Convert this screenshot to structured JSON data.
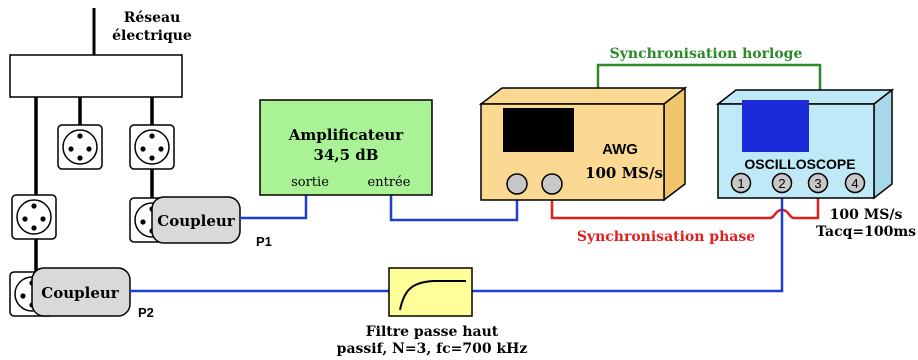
{
  "colors": {
    "grid_box": "#ffffff",
    "amplifier": "#a9f295",
    "awg": "#fbd993",
    "oscilloscope": "#bfe9f6",
    "screen_black": "#000000",
    "screen_blue": "#1c2bd9",
    "coupler": "#d9d9d9",
    "filter": "#ffff99",
    "blue_wire": "#1f3fd0",
    "red_wire": "#e0201c",
    "green_wire": "#2a8a2a",
    "black_wire": "#000000",
    "red_text": "#e0201c",
    "green_text": "#2a8a2a"
  },
  "labels": {
    "grid_line1": "Réseau",
    "grid_line2": "électrique",
    "amplifier_line1": "Amplificateur",
    "amplifier_line2": "34,5 dB",
    "amplifier_out": "sortie",
    "amplifier_in": "entrée",
    "awg_name": "AWG",
    "awg_rate": "100 MS/s",
    "osc_name": "OSCILLOSCOPE",
    "osc_channels": [
      "1",
      "2",
      "3",
      "4"
    ],
    "osc_rate": "100 MS/s",
    "osc_tacq": "Tacq=100ms",
    "clock_sync": "Synchronisation horloge",
    "phase_sync": "Synchronisation phase",
    "coupler1": "Coupleur",
    "coupler2": "Coupleur",
    "p1": "P1",
    "p2": "P2",
    "filter_line1": "Filtre passe haut",
    "filter_line2": "passif, N=3, fc=700 kHz"
  },
  "icons": {
    "socket": "power-outlet-icon",
    "filter": "highpass-curve-icon",
    "knob": "round-knob-icon"
  }
}
